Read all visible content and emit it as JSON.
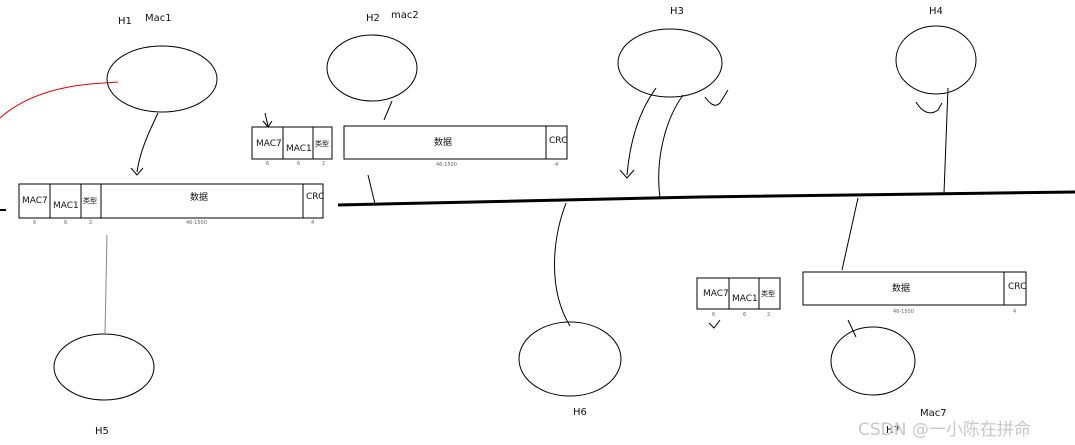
{
  "hosts": [
    {
      "id": "H1",
      "label": "H1",
      "mac": "Mac1"
    },
    {
      "id": "H2",
      "label": "H2",
      "mac": "mac2"
    },
    {
      "id": "H3",
      "label": "H3",
      "mac": ""
    },
    {
      "id": "H4",
      "label": "H4",
      "mac": ""
    },
    {
      "id": "H5",
      "label": "H5",
      "mac": ""
    },
    {
      "id": "H6",
      "label": "H6",
      "mac": ""
    },
    {
      "id": "H7",
      "label": "H7",
      "mac": "Mac7"
    }
  ],
  "frame": {
    "dst_mac": "MAC7",
    "src_mac": "MAC1",
    "type": "类型",
    "data": "数据",
    "crc": "CRC",
    "len_dst": "6",
    "len_src": "6",
    "len_type": "2",
    "len_data": "46-1500",
    "len_crc": "4"
  },
  "watermark": "CSDN @一小陈在拼命"
}
